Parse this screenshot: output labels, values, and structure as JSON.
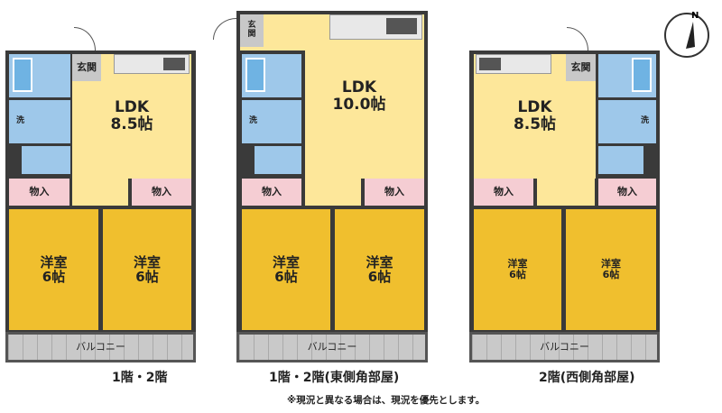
{
  "plans": [
    {
      "ldk": "LDK\n8.5帖",
      "genkan": "玄関",
      "wash": "洗",
      "closet_left": "物入",
      "closet_right": "物入",
      "room_left": "洋室\n6帖",
      "room_right": "洋室\n6帖",
      "balcony": "バルコニー",
      "caption": "1階・2階"
    },
    {
      "ldk": "LDK\n10.0帖",
      "genkan": "玄\n関",
      "wash": "洗",
      "closet_left": "物入",
      "closet_right": "物入",
      "room_left": "洋室\n6帖",
      "room_right": "洋室\n6帖",
      "balcony": "バルコニー",
      "caption": "1階・2階(東側角部屋)"
    },
    {
      "ldk": "LDK\n8.5帖",
      "genkan": "玄関",
      "wash": "洗",
      "closet_left": "物入",
      "closet_right": "物入",
      "room_left": "洋室\n6帖",
      "room_right": "洋室\n6帖",
      "balcony": "バルコニー",
      "caption": "2階(西側角部屋)"
    }
  ],
  "compass": "N",
  "note": "※現況と異なる場合は、現況を優先とします。"
}
